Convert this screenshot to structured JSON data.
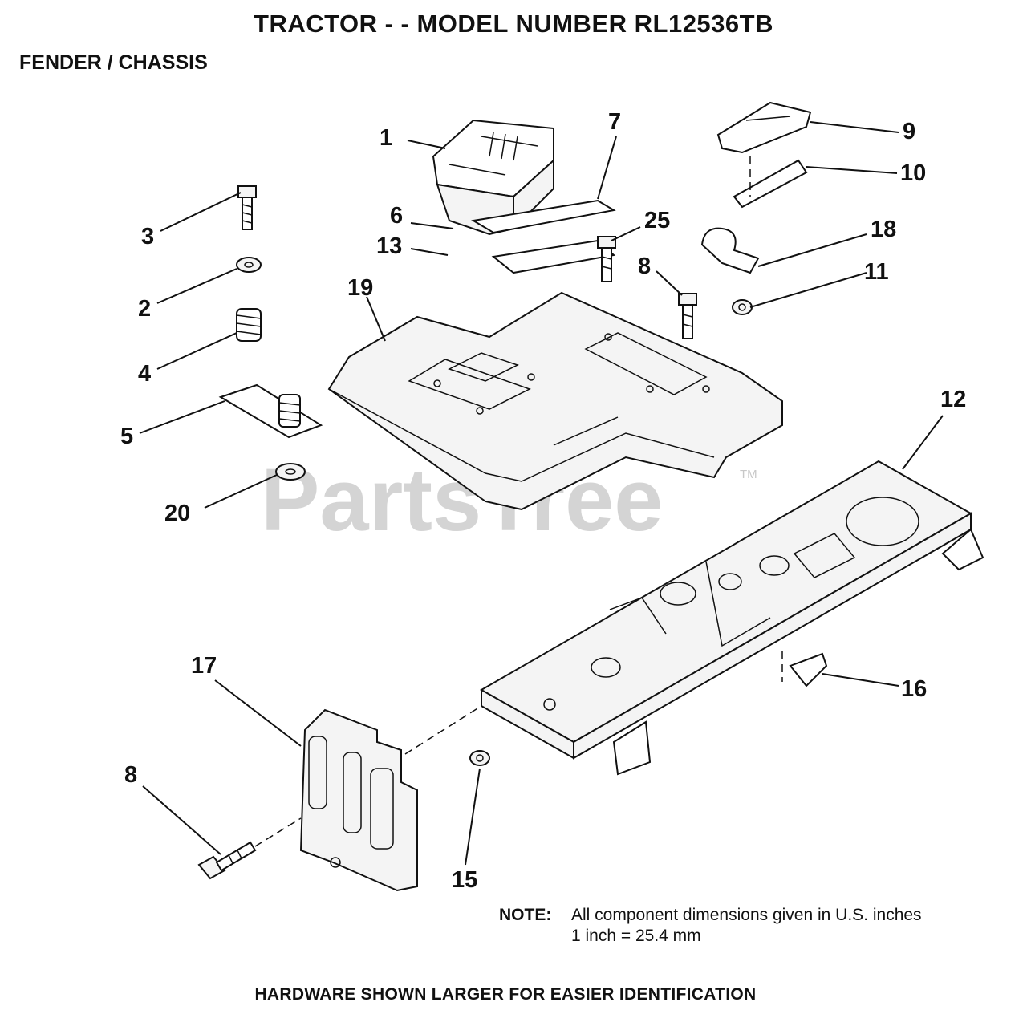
{
  "header": {
    "title": "TRACTOR - - MODEL NUMBER RL12536TB",
    "subtitle": "FENDER / CHASSIS"
  },
  "watermark": {
    "text": "PartsTree",
    "trademark": "TM"
  },
  "callouts": {
    "c1": "1",
    "c7": "7",
    "c9": "9",
    "c10": "10",
    "c3": "3",
    "c6": "6",
    "c25": "25",
    "c13": "13",
    "c18": "18",
    "c8a": "8",
    "c11": "11",
    "c2": "2",
    "c19": "19",
    "c4": "4",
    "c5": "5",
    "c12": "12",
    "c20": "20",
    "c17": "17",
    "c16": "16",
    "c8b": "8",
    "c15": "15"
  },
  "note": {
    "label": "NOTE:",
    "line1": "All component dimensions given in U.S. inches",
    "line2": "1 inch = 25.4 mm"
  },
  "footer": "HARDWARE SHOWN LARGER FOR EASIER IDENTIFICATION"
}
